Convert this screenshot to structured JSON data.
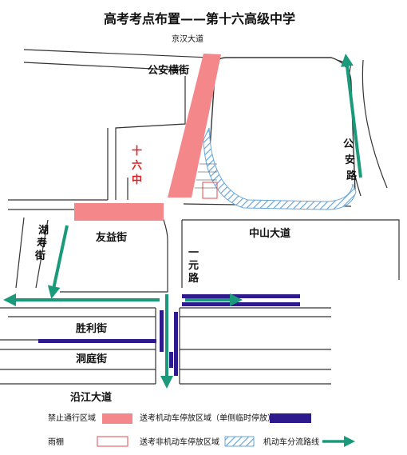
{
  "title": "高考考点布置——第十六高级中学",
  "roads": {
    "jinghan": "京汉大道",
    "gongan_heng": "公安横街",
    "gongan_road": "公安路",
    "youyi": "友益街",
    "zhongshan": "中山大道",
    "yiyuan": "一元路",
    "hufang": "湖寿街",
    "shengli": "胜利街",
    "dongting": "洞庭街",
    "yanjiang": "沿江大道"
  },
  "school": "十六中",
  "legend": {
    "no_pass": "禁止通行区域",
    "car_dropoff": "送考机动车停放区域（单侧临时停放）",
    "shelter": "雨棚",
    "nonmotor_dropoff": "送考非机动车停放区域",
    "motor_route": "机动车分流路线"
  },
  "colors": {
    "no_pass": "#f4878a",
    "car_dropoff": "#2e1a8c",
    "shelter": "#e66a6a",
    "nonmotor": "#6aa7d8",
    "route": "#1a9a7a",
    "road_line": "#333333"
  }
}
